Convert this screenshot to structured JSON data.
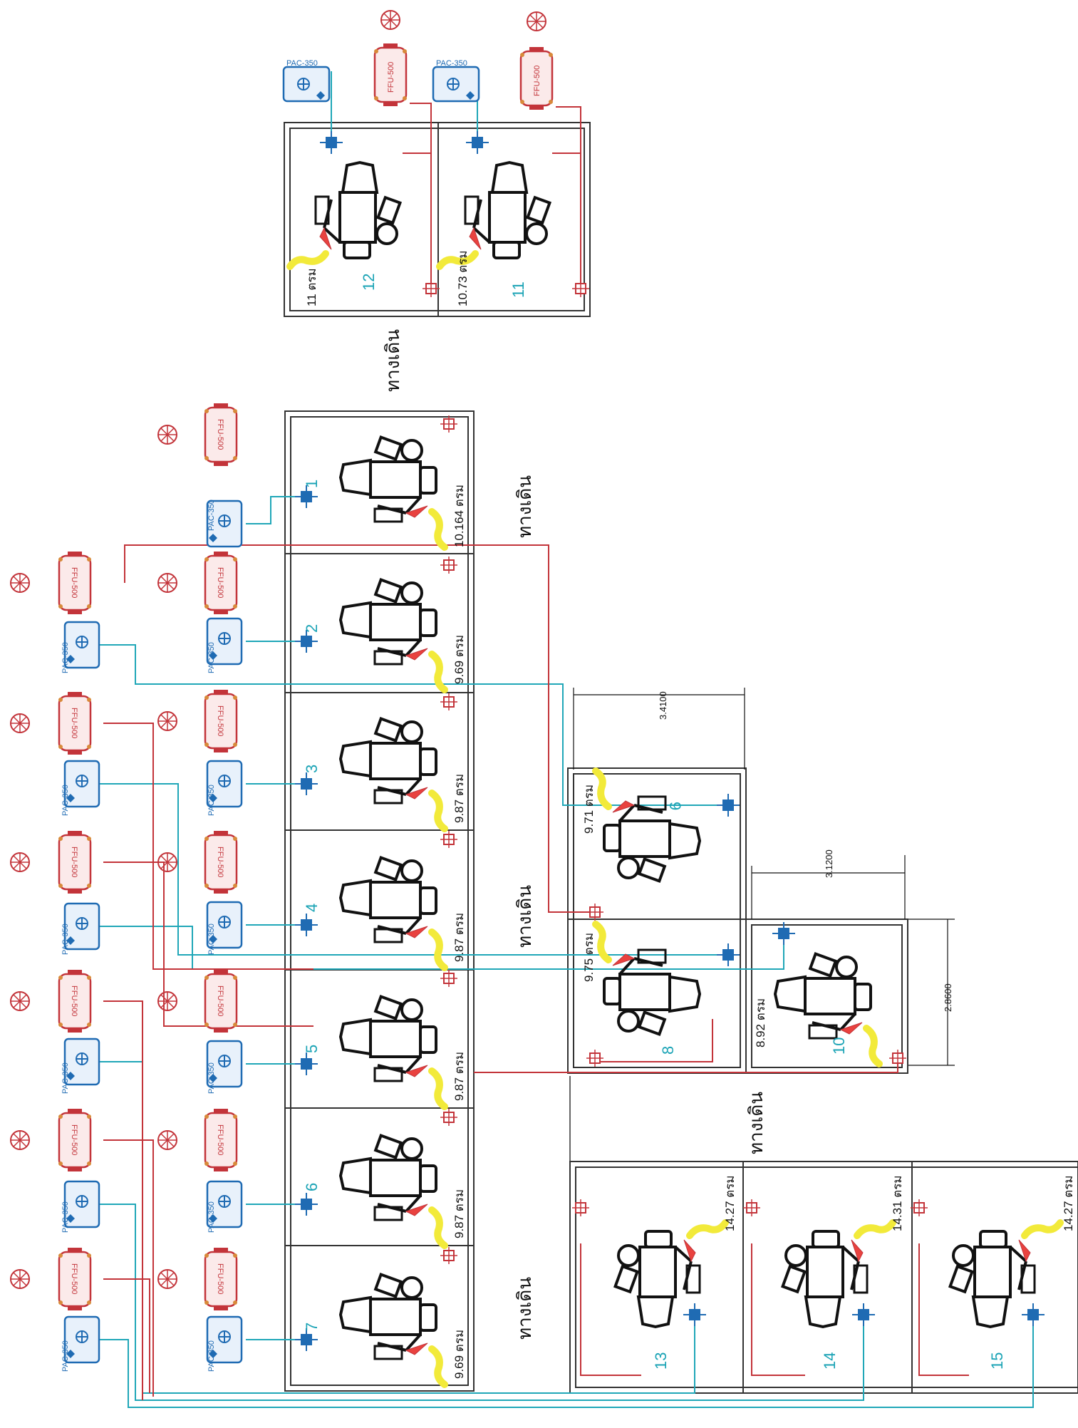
{
  "colors": {
    "pac": "#1f6bb3",
    "pac_fill": "#e8f1fb",
    "pac_line": "#20a7b8",
    "ffu": "#c3343a",
    "ffu_fill": "#fbeaea",
    "ffu_line": "#c3343a",
    "wall": "#333333",
    "hose": "#f2ea3a"
  },
  "labels": {
    "walkway": "ทางเดิน",
    "pac": "PAC-350",
    "ffu": "FFU-500"
  },
  "dimensions": [
    "3.4100",
    "3.1200",
    "2.8600"
  ],
  "rooms": [
    {
      "num": "1",
      "area": "10.164 ตรม"
    },
    {
      "num": "2",
      "area": "9.69 ตรม"
    },
    {
      "num": "3",
      "area": "9.87 ตรม"
    },
    {
      "num": "4",
      "area": "9.87 ตรม"
    },
    {
      "num": "5",
      "area": "9.87 ตรม"
    },
    {
      "num": "6",
      "area": "9.87 ตรม"
    },
    {
      "num": "7",
      "area": "9.69 ตรม"
    },
    {
      "num": "8",
      "area": "9.75 ตรม"
    },
    {
      "num": "9",
      "area": "9.71 ตรม"
    },
    {
      "num": "10",
      "area": "8.92 ตรม"
    },
    {
      "num": "11",
      "area": "10.73 ตรม"
    },
    {
      "num": "12",
      "area": "11 ตรม"
    },
    {
      "num": "13",
      "area": "14.27 ตรม"
    },
    {
      "num": "14",
      "area": "14.31 ตรม"
    },
    {
      "num": "15",
      "area": "14.27 ตรม"
    }
  ]
}
